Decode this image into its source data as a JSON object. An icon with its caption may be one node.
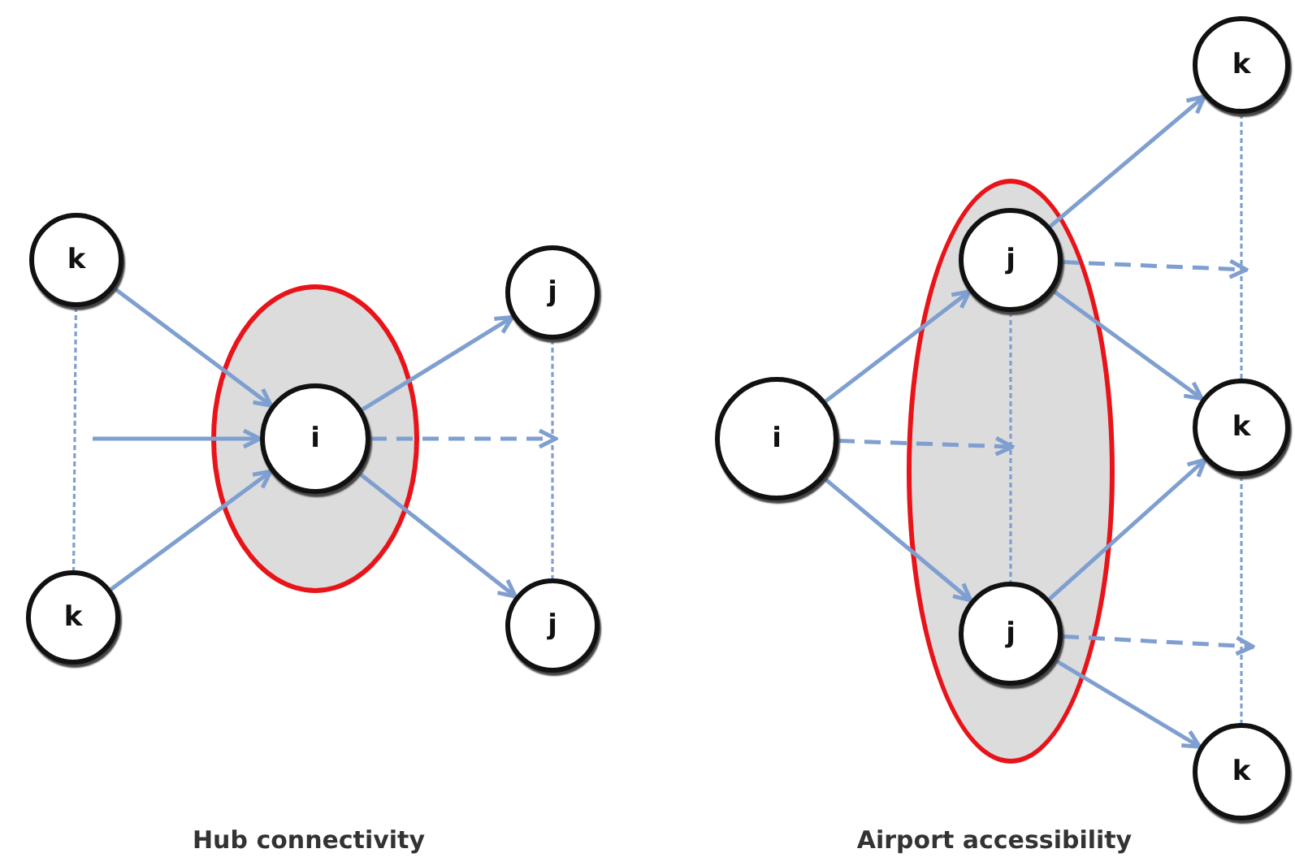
{
  "diagram": {
    "nodes": [
      {
        "text": [
          "k"
        ]
      },
      {
        "text": [
          "k"
        ]
      },
      {
        "text": [],
        "shape": "ellipse"
      },
      {
        "text": [
          "i"
        ],
        "in": 2
      },
      {
        "text": [
          "j"
        ]
      },
      {
        "text": [
          "j"
        ]
      },
      {
        "text": [
          "i"
        ]
      },
      {
        "text": [],
        "shape": "ellipse"
      },
      {
        "text": [
          "j"
        ],
        "in": 7
      },
      {
        "text": [
          "j"
        ],
        "in": 7
      },
      {
        "text": [
          "k"
        ]
      },
      {
        "text": [
          "k"
        ]
      },
      {
        "text": [
          "k"
        ]
      }
    ],
    "edges": [
      {
        "from": 0,
        "to": 3,
        "arrow": "to"
      },
      {
        "from": null,
        "to": 3,
        "arrow": "to"
      },
      {
        "from": 1,
        "to": 3,
        "arrow": "to"
      },
      {
        "from": 0,
        "to": 1,
        "arrow": "none",
        "style": "dashed"
      },
      {
        "from": 3,
        "to": 4,
        "arrow": "to"
      },
      {
        "from": 3,
        "to": null,
        "arrow": "to",
        "style": "dashed"
      },
      {
        "from": 3,
        "to": 5,
        "arrow": "to"
      },
      {
        "from": 4,
        "to": 5,
        "arrow": "none",
        "style": "dashed"
      },
      {
        "from": 6,
        "to": 8,
        "arrow": "to"
      },
      {
        "from": 6,
        "to": null,
        "arrow": "to",
        "style": "dashed"
      },
      {
        "from": 6,
        "to": 9,
        "arrow": "to"
      },
      {
        "from": 8,
        "to": 9,
        "arrow": "none",
        "style": "dashed"
      },
      {
        "from": 8,
        "to": 10,
        "arrow": "to"
      },
      {
        "from": 8,
        "to": null,
        "arrow": "to",
        "style": "dashed"
      },
      {
        "from": 8,
        "to": 11,
        "arrow": "to"
      },
      {
        "from": 9,
        "to": 11,
        "arrow": "to"
      },
      {
        "from": 9,
        "to": null,
        "arrow": "to",
        "style": "dashed"
      },
      {
        "from": 9,
        "to": 12,
        "arrow": "to"
      },
      {
        "from": 10,
        "to": 11,
        "arrow": "none",
        "style": "dashed"
      },
      {
        "from": 11,
        "to": 12,
        "arrow": "none",
        "style": "dashed"
      }
    ],
    "labels": [
      "Hub connectivity",
      "Airport accessibility"
    ]
  }
}
